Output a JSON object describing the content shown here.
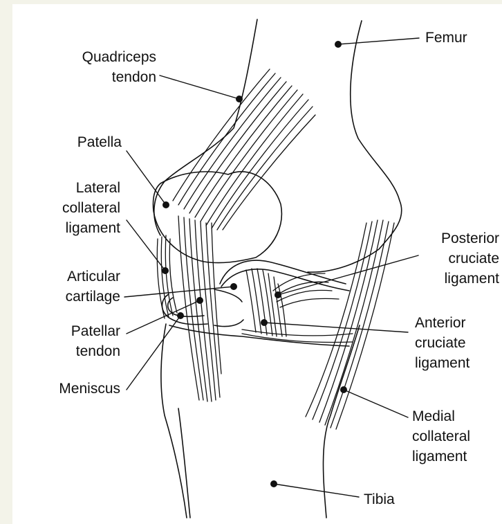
{
  "labels": {
    "femur": "Femur",
    "quadriceps_tendon": "Quadriceps\ntendon",
    "patella": "Patella",
    "lateral_collateral_ligament": "Lateral\ncollateral\nligament",
    "articular_cartilage": "Articular\ncartilage",
    "patellar_tendon": "Patellar\ntendon",
    "meniscus": "Meniscus",
    "posterior_cruciate_ligament": "Posterior\ncruciate\nligament",
    "anterior_cruciate_ligament": "Anterior\ncruciate\nligament",
    "medial_collateral_ligament": "Medial\ncollateral\nligament",
    "tibia": "Tibia"
  },
  "colors": {
    "background": "#f3f3e9",
    "panel": "#ffffff",
    "ink": "#111111"
  }
}
